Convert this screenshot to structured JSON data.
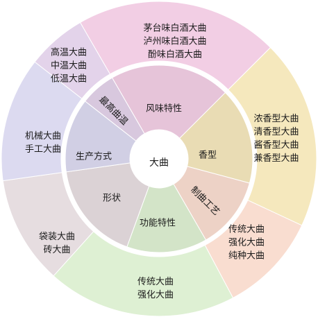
{
  "center": {
    "label": "大曲"
  },
  "categories": [
    {
      "id": "flavor",
      "label": "风味特性",
      "color": "#f2cee4",
      "items": [
        "茅台味白酒大曲",
        "泸州味白酒大曲",
        "酚味白酒大曲"
      ]
    },
    {
      "id": "aroma",
      "label": "香型",
      "color": "#f5e8bd",
      "items": [
        "浓香型大曲",
        "清香型大曲",
        "酱香型大曲",
        "兼香型大曲"
      ]
    },
    {
      "id": "process",
      "label": "制曲工艺",
      "color": "#f9ddd0",
      "items": [
        "传统大曲",
        "强化大曲",
        "纯种大曲"
      ]
    },
    {
      "id": "function",
      "label": "功能特性",
      "color": "#def0d3",
      "items": [
        "传统大曲",
        "强化大曲"
      ]
    },
    {
      "id": "shape",
      "label": "形状",
      "color": "#e6dde0",
      "items": [
        "袋装大曲",
        "砖大曲"
      ]
    },
    {
      "id": "production",
      "label": "生产方式",
      "color": "#dcdaf0",
      "items": [
        "机械大曲",
        "手工大曲"
      ]
    },
    {
      "id": "temperature",
      "label": "最高曲温",
      "color": "#e3d3ea",
      "items": [
        "高温大曲",
        "中温大曲",
        "低温大曲"
      ]
    }
  ]
}
